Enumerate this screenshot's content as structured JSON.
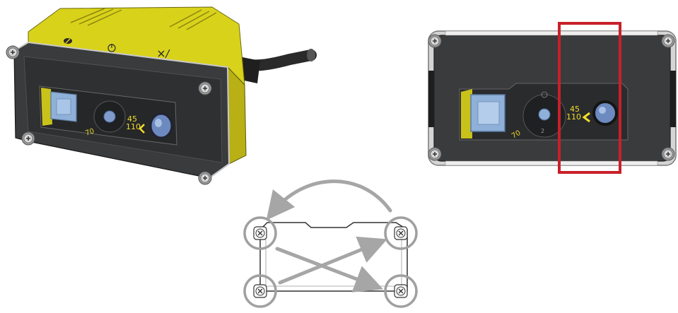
{
  "colors": {
    "housing_yellow": "#d9d21a",
    "face_dark": "#3a3b3d",
    "lens_blue": "#8fb0d8",
    "highlight_red": "#c8202a",
    "arrow_gray": "#a6a6a6",
    "screw_circle_gray": "#a0a0a0"
  },
  "left_view": {
    "dial_labels": [
      "45",
      "110"
    ],
    "bottom_label": "70",
    "top_icons": [
      "slash-icon",
      "power-icon",
      "x-icon"
    ]
  },
  "right_view": {
    "dial_labels": [
      "45",
      "110"
    ],
    "bottom_label": "70",
    "small_label": "2"
  },
  "sequence_diagram": {
    "screws": [
      "top-left-screw",
      "top-right-screw",
      "bottom-left-screw",
      "bottom-right-screw"
    ]
  }
}
